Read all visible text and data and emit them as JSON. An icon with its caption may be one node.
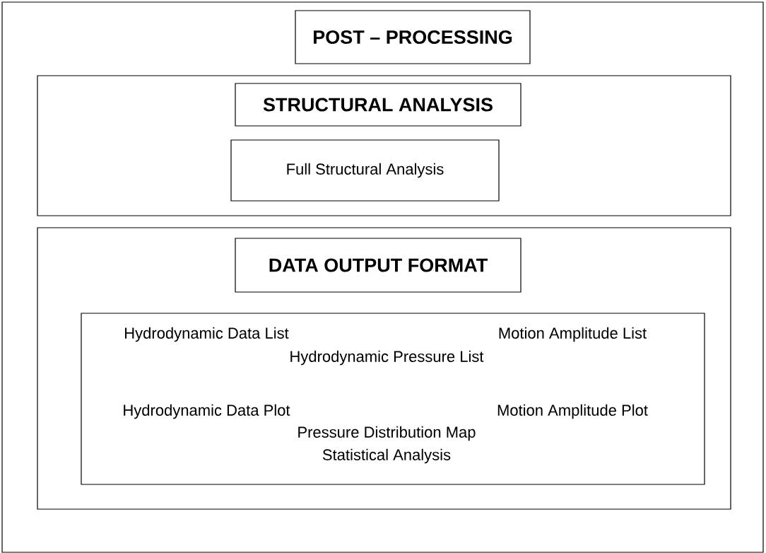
{
  "diagram": {
    "nodes": [
      {
        "text": [],
        "shape": "box"
      },
      {
        "text": [
          "POST – PROCESSING"
        ],
        "in": 0
      },
      {
        "text": [],
        "shape": "box",
        "in": 0
      },
      {
        "text": [
          "STRUCTURAL ANALYSIS"
        ],
        "in": 2
      },
      {
        "text": [
          "Full Structural Analysis"
        ],
        "in": 2
      },
      {
        "text": [],
        "shape": "box",
        "in": 0
      },
      {
        "text": [
          "DATA OUTPUT FORMAT"
        ],
        "in": 5
      },
      {
        "text": [
          "Hydrodynamic Data List",
          "Motion Amplitude List",
          "Hydrodynamic Pressure List",
          "Hydrodynamic Data Plot",
          "Motion Amplitude Plot",
          "Pressure Distribution Map",
          "Statistical Analysis"
        ],
        "in": 5
      }
    ]
  }
}
